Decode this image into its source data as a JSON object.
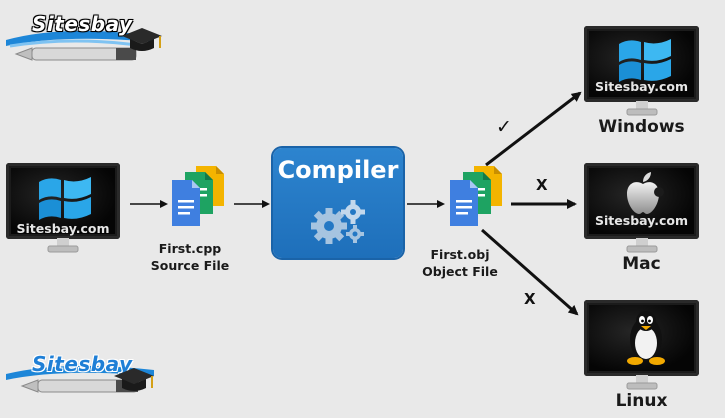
{
  "logos": {
    "top_brand": "Sitesbay",
    "bottom_brand": "Sitesbay"
  },
  "monitors": {
    "source_watermark": "Sitesbay.com",
    "windows_watermark": "Sitesbay.com",
    "mac_watermark": "Sitesbay.com"
  },
  "source_file": {
    "name": "First.cpp",
    "type": "Source File"
  },
  "compiler": {
    "title": "Compiler"
  },
  "object_file": {
    "name": "First.obj",
    "type": "Object File"
  },
  "targets": {
    "windows": {
      "label": "Windows",
      "mark": "✓"
    },
    "mac": {
      "label": "Mac",
      "mark": "X"
    },
    "linux": {
      "label": "Linux",
      "mark": "X"
    }
  },
  "colors": {
    "background": "#e9e9e9",
    "compiler_blue": "#2d84cf",
    "doc_blue": "#3f7fe0",
    "doc_green": "#1ea362",
    "doc_yellow": "#f4b400",
    "windows_blue": "#2aa6e8"
  },
  "icons": [
    "windows-logo-icon",
    "apple-logo-icon",
    "tux-penguin-icon",
    "gear-icon",
    "document-icon",
    "graduation-cap-icon",
    "pen-icon"
  ]
}
